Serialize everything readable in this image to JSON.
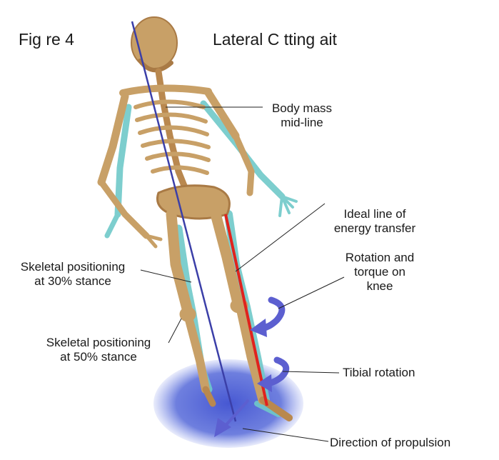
{
  "figure": {
    "number_label": "Fig re 4",
    "title": "Lateral C tting ait"
  },
  "labels": {
    "body_mass_line": [
      "Body mass",
      "mid-line"
    ],
    "ideal_line": [
      "Ideal line of",
      "energy transfer"
    ],
    "rotation_torque": [
      "Rotation and",
      "torque on",
      "knee"
    ],
    "tibial_rotation": "Tibial rotation",
    "skeletal_30": [
      "Skeletal positioning",
      "at 30% stance"
    ],
    "skeletal_50": [
      "Skeletal positioning",
      "at 50% stance"
    ],
    "direction_propulsion": "Direction of propulsion"
  },
  "colors": {
    "bone": "#c8a067",
    "bone_dark": "#a97a45",
    "ghost_skeleton": "#6fc9c9",
    "body_mass_line": "#3b3fa8",
    "energy_line": "#e0231e",
    "arrow": "#5c5fd0",
    "ground_shadow": "#4a5fd6",
    "leader": "#222222"
  }
}
